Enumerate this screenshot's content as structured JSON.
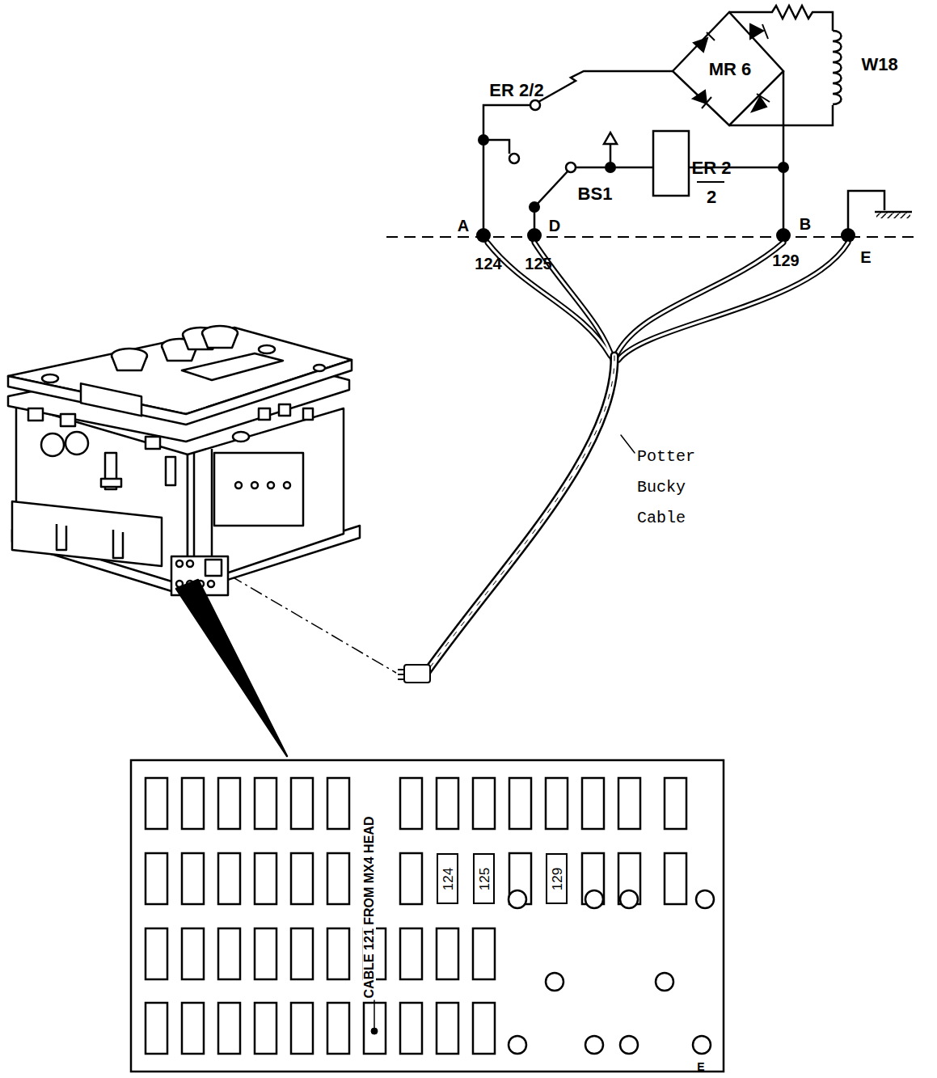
{
  "diagram": {
    "nodes": [
      {
        "text": [
          "124"
        ]
      },
      {
        "text": [
          "125"
        ]
      },
      {
        "text": [
          "129"
        ]
      }
    ],
    "labels": [
      "ER 2/2",
      "MR 6",
      "W18",
      "BS1",
      "ER 2",
      "2",
      "A",
      "D",
      "B",
      "E",
      "124",
      "125",
      "129",
      "Potter Bucky Cable",
      "CABLE 121 FROM MX4 HEAD",
      "E"
    ]
  }
}
